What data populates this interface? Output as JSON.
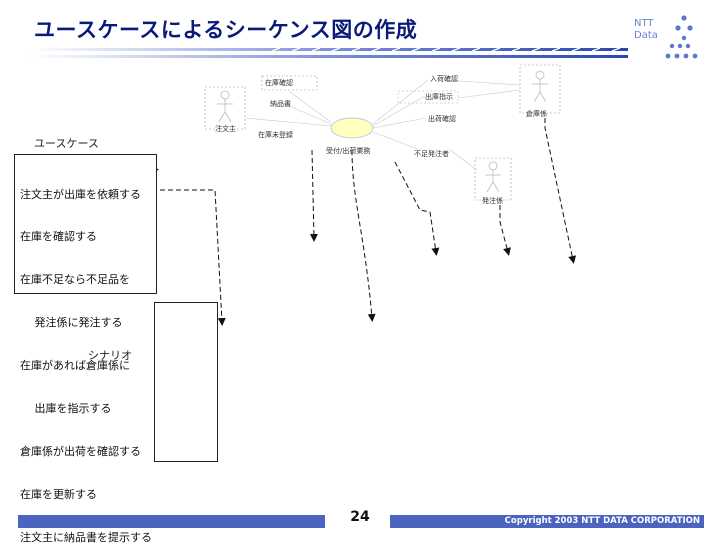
{
  "slide": {
    "title": "ユースケースによるシーケンス図の作成",
    "page_number": "24",
    "copyright": "Copyright 2003 NTT DATA CORPORATION",
    "brand_color": "#0a1a7a",
    "accent_color": "#4a64c0"
  },
  "logo": {
    "line1": "NTT",
    "line2": "Data",
    "icon": "ntt-data-dots-icon"
  },
  "usecase_diagram": {
    "labels": [
      "在庫確認",
      "納品書",
      "注文主",
      "在庫未登録",
      "受付/出荷業務",
      "不足発注者",
      "入荷確認",
      "出庫指示",
      "出荷確認",
      "倉庫係",
      "発注係"
    ]
  },
  "usecase": {
    "title": "ユースケース",
    "lines": [
      "注文主が出庫を依頼する",
      "在庫を確認する",
      "在庫不足なら不足品を",
      "　 発注係に発注する",
      "在庫があれば倉庫係に",
      "　 出庫を指示する",
      "倉庫係が出荷を確認する",
      "在庫を更新する",
      "注文主に納品書を提示する"
    ]
  },
  "scenario": {
    "label": "シナリオ"
  }
}
